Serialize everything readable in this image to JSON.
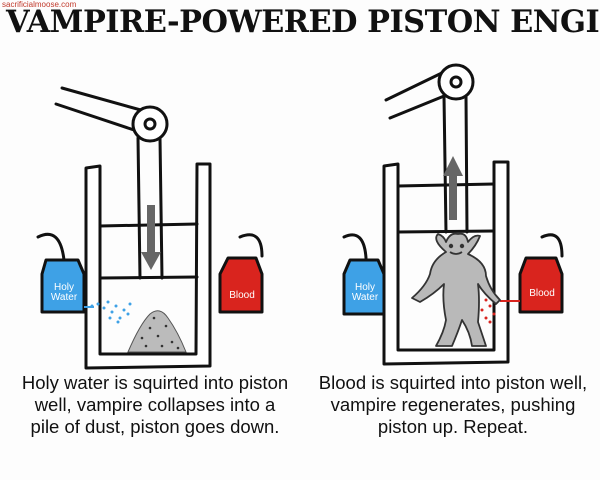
{
  "title": "VAMPIRE-POWERED PISTON ENGINE",
  "watermark": "sacrificialmoose.com",
  "colors": {
    "holy_water": "#3ea1e6",
    "blood": "#d9241e",
    "arrow": "#666666",
    "vampire": "#b9b9b9",
    "dust": "#999999"
  },
  "left_panel": {
    "holy_water_label_line1": "Holy",
    "holy_water_label_line2": "Water",
    "blood_label": "Blood",
    "caption": "Holy water is squirted into piston well, vampire collapses into a pile of dust, piston goes down."
  },
  "right_panel": {
    "holy_water_label_line1": "Holy",
    "holy_water_label_line2": "Water",
    "blood_label": "Blood",
    "caption": "Blood is squirted into piston well, vampire regenerates, pushing piston up. Repeat."
  }
}
